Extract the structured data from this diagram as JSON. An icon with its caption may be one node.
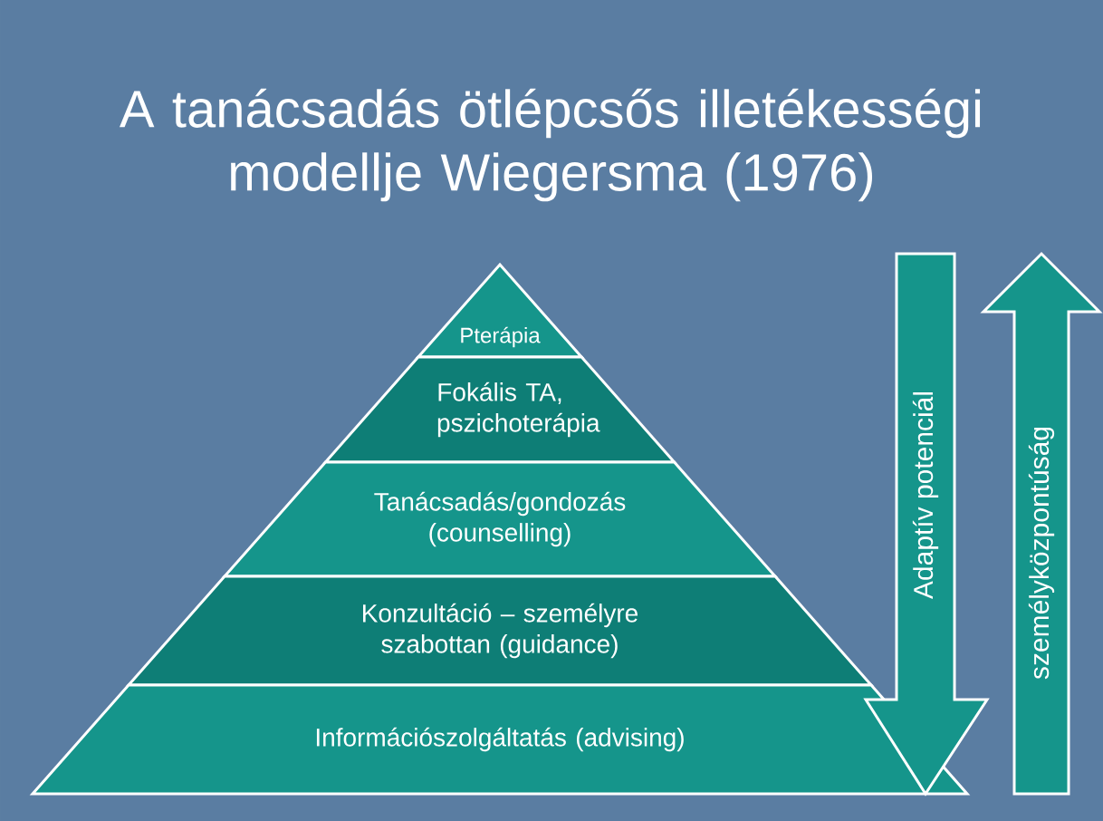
{
  "diagram": {
    "title": "A tanácsadás ötlépcsős illetékességi modellje Wiegersma (1976)",
    "nodes": [
      {
        "text": [
          "Pterápia"
        ]
      },
      {
        "text": [
          "Fokális TA, pszichoterápia"
        ]
      },
      {
        "text": [
          "Tanácsadás/gondozás (counselling)"
        ]
      },
      {
        "text": [
          "Konzultáció – személyre szabottan (guidance)"
        ]
      },
      {
        "text": [
          "Információszolgáltatás (advising)"
        ]
      },
      {
        "text": [
          "Adaptív potenciál"
        ]
      },
      {
        "text": [
          "személyközpontúság"
        ]
      }
    ]
  }
}
